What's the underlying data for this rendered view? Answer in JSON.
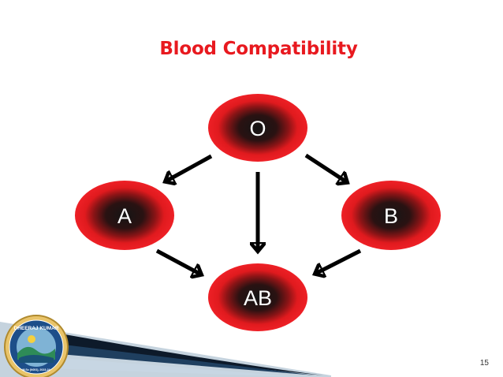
{
  "slide": {
    "title": "Blood Compatibility",
    "page_number": "15"
  },
  "diagram": {
    "nodes": [
      {
        "id": "O",
        "label": "O"
      },
      {
        "id": "A",
        "label": "A"
      },
      {
        "id": "B",
        "label": "B"
      },
      {
        "id": "AB",
        "label": "AB"
      }
    ],
    "edges": [
      {
        "from": "O",
        "to": "A"
      },
      {
        "from": "O",
        "to": "AB"
      },
      {
        "from": "O",
        "to": "B"
      },
      {
        "from": "A",
        "to": "AB"
      },
      {
        "from": "B",
        "to": "AB"
      }
    ]
  },
  "logo": {
    "name_text": "DHEERAJ KUMAR",
    "bottom_text": "M.Sc (NGO), 2023-24"
  },
  "colors": {
    "title": "#e8191f",
    "node_outer": "#e8191f",
    "node_inner": "#1a1a1a",
    "arrow": "#000000"
  }
}
